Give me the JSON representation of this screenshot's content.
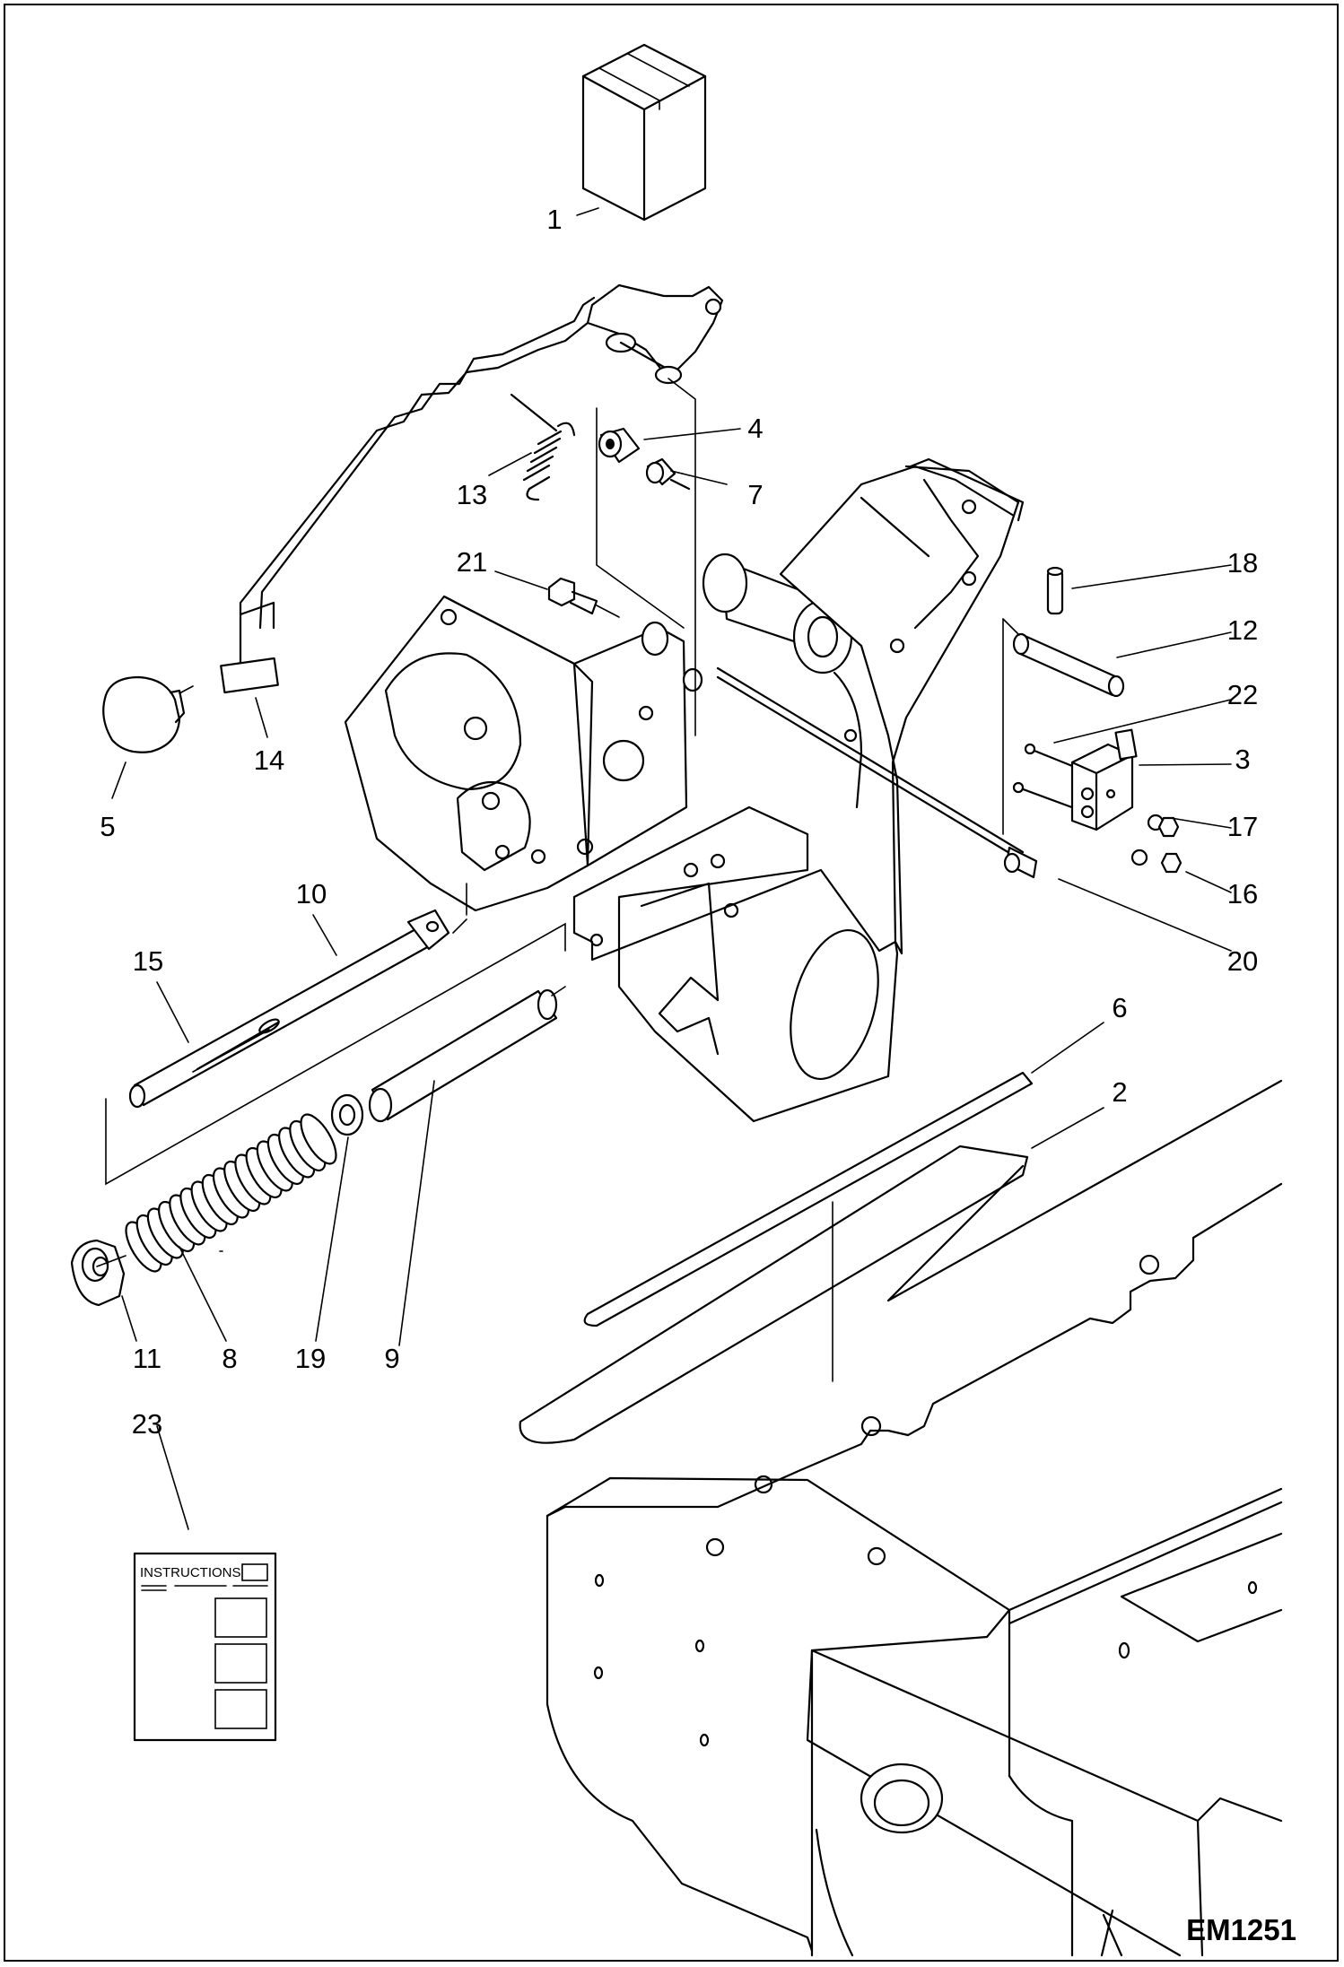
{
  "drawing_code": "EM1251",
  "instruction_sheet_title": "INSTRUCTIONS",
  "callouts": [
    {
      "id": "1",
      "label": "1"
    },
    {
      "id": "2",
      "label": "2"
    },
    {
      "id": "3",
      "label": "3"
    },
    {
      "id": "4",
      "label": "4"
    },
    {
      "id": "5",
      "label": "5"
    },
    {
      "id": "6",
      "label": "6"
    },
    {
      "id": "7",
      "label": "7"
    },
    {
      "id": "8",
      "label": "8"
    },
    {
      "id": "9",
      "label": "9"
    },
    {
      "id": "10",
      "label": "10"
    },
    {
      "id": "11",
      "label": "11"
    },
    {
      "id": "12",
      "label": "12"
    },
    {
      "id": "13",
      "label": "13"
    },
    {
      "id": "14",
      "label": "14"
    },
    {
      "id": "15",
      "label": "15"
    },
    {
      "id": "16",
      "label": "16"
    },
    {
      "id": "17",
      "label": "17"
    },
    {
      "id": "18",
      "label": "18"
    },
    {
      "id": "19",
      "label": "19"
    },
    {
      "id": "20",
      "label": "20"
    },
    {
      "id": "21",
      "label": "21"
    },
    {
      "id": "22",
      "label": "22"
    },
    {
      "id": "23",
      "label": "23"
    }
  ]
}
